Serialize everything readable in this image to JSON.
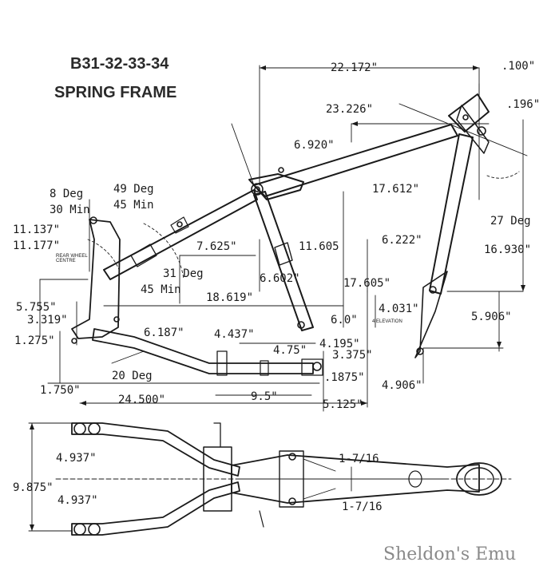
{
  "title": {
    "model": "B31-32-33-34",
    "subtitle": "SPRING FRAME"
  },
  "side_view_dimensions": {
    "top_length": "22.172\"",
    "top_offset": ".100\"",
    "top_rail": "23.226\"",
    "head_offset": ".196\"",
    "upper_rail": "6.920\"",
    "front_height": "17.612\"",
    "head_angle": "27 Deg",
    "head_down": "16.930\"",
    "down_offset": "6.222\"",
    "down_height": "17.605\"",
    "lower_down": "4.031\"",
    "lower_height": "5.906\"",
    "seat_height": "11.605",
    "seat_pos": "7.625\"",
    "seat_base": "6.602\"",
    "rear_diag": "18.619\"",
    "angle_a": "8 Deg",
    "angle_a_min": "30 Min",
    "angle_b": "49 Deg",
    "angle_b_min": "45 Min",
    "angle_c": "31 Deg",
    "angle_c_min": "45 Min",
    "rear_h1": "11.137\"",
    "rear_h2": "11.177\"",
    "rear_wheel_note": "REAR WHEEL CENTRE",
    "rear_v": "5.755\"",
    "rear_v2": "3.319\"",
    "rear_v3": "1.275\"",
    "mid_a": "6.187\"",
    "mid_b": "4.437\"",
    "mid_c": "6.0\"",
    "mid_d": "4.75\"",
    "mid_e": "4.195\"",
    "mid_f": "3.375\"",
    "mid_g": ".1875\"",
    "bottom_angle": "20 Deg",
    "bottom_a": "1.750\"",
    "bottom_b": "24.500\"",
    "bottom_c": "9.5\"",
    "bottom_d": "5.125\"",
    "bottom_e": "4.906\"",
    "small_note": "4 ELEVATION"
  },
  "plan_view_dimensions": {
    "half_width_top": "4.937\"",
    "total_width": "9.875\"",
    "half_width_bottom": "4.937\"",
    "tube_top": "1-7/16",
    "tube_bottom": "1-7/16"
  },
  "watermark": "Sheldon's Emu"
}
